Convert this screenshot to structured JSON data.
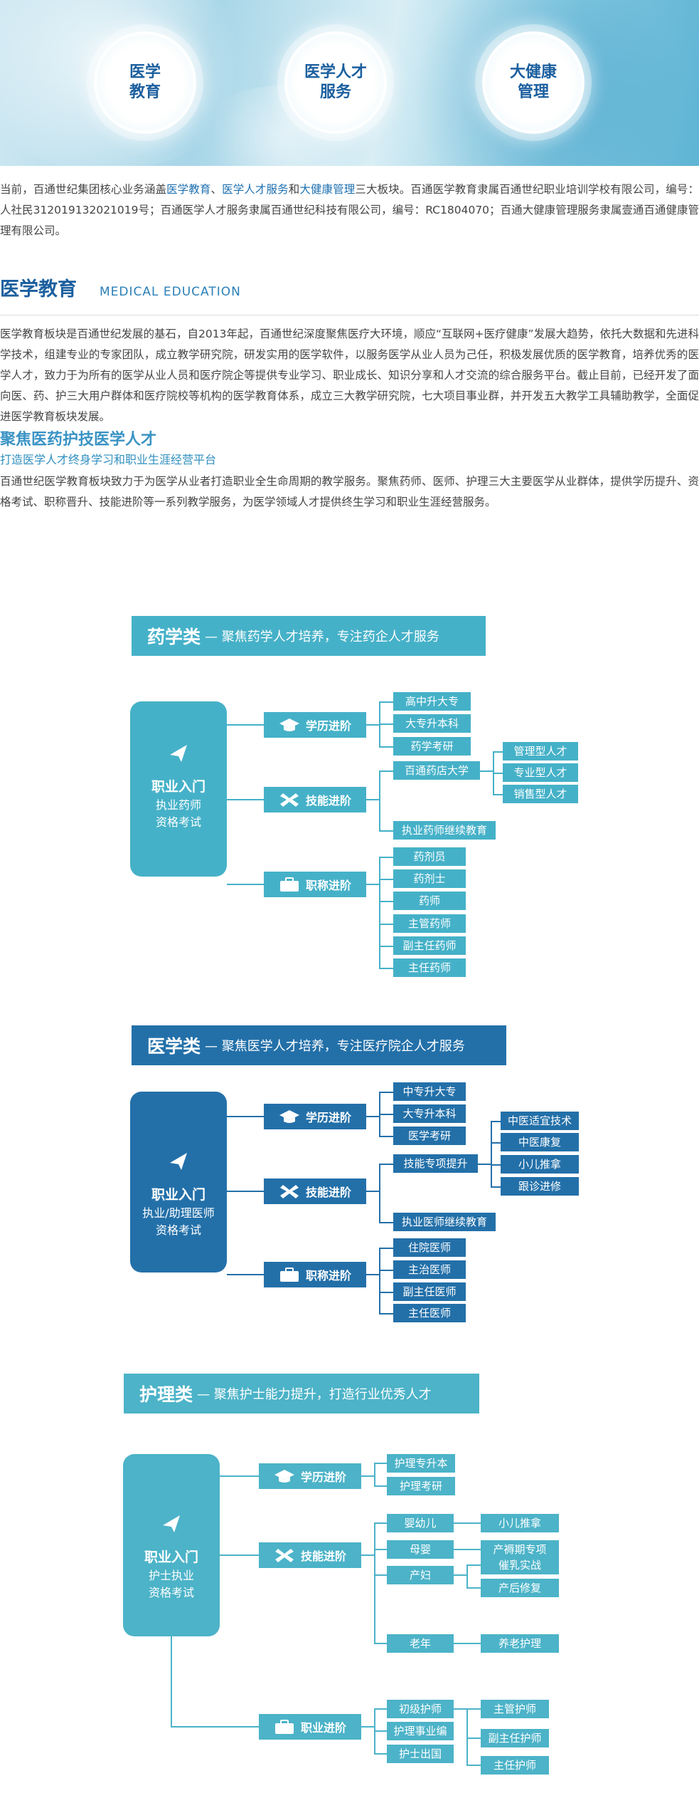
{
  "banner": {
    "circles": [
      "医学\n教育",
      "医学人才\n服务",
      "大健康\n管理"
    ]
  },
  "intro": {
    "p1_a": "当前，百通世纪集团核心业务涵盖",
    "p1_h1": "医学教育",
    "p1_s1": "、",
    "p1_h2": "医学人才服务",
    "p1_s2": "和",
    "p1_h3": "大健康管理",
    "p1_b": "三大板块。百通医学教育隶属百通世纪职业培训学校有限公司，编号：人社民312019132021019号；百通医学人才服务隶属百通世纪科技有限公司，编号：RC1804070；百通大健康管理服务隶属壹通百通健康管理有限公司。"
  },
  "section": {
    "title": "医学教育",
    "subtitle": "MEDICAL EDUCATION",
    "body": "医学教育板块是百通世纪发展的基石，自2013年起，百通世纪深度聚焦医疗大环境，顺应“互联网+医疗健康”发展大趋势，依托大数据和先进科学技术，组建专业的专家团队，成立教学研究院，研发实用的医学软件，以服务医学从业人员为己任，积极发展优质的医学教育，培养优秀的医学人才，致力于为所有的医学从业人员和医疗院企等提供专业学习、职业成长、知识分享和人才交流的综合服务平台。截止目前，已经开发了面向医、药、护三大用户群体和医疗院校等机构的医学教育体系，成立三大教学研究院，七大项目事业群，并开发五大教学工具辅助教学，全面促进医学教育板块发展。"
  },
  "focus": {
    "title": "聚焦医药护技医学人才",
    "subtitle": "打造医学人才终身学习和职业生涯经营平台",
    "body": "百通世纪医学教育板块致力于为医学从业者打造职业全生命周期的教学服务。聚焦药师、医师、护理三大主要医学从业群体，提供学历提升、资格考试、职称晋升、技能进阶等一系列教学服务，为医学领域人才提供终生学习和职业生涯经营服务。"
  },
  "charts": [
    {
      "title": "药学类",
      "slogan": "— 聚焦药学人才培养，专注药企人才服务",
      "entry": {
        "t1": "职业入门",
        "t2": "执业药师",
        "t3": "资格考试"
      },
      "categories": [
        "学历进阶",
        "技能进阶",
        "职称进阶"
      ],
      "leaves": [
        "高中升大专",
        "大专升本科",
        "药学考研",
        "百通药店大学",
        "管理型人才",
        "专业型人才",
        "销售型人才",
        "执业药师继续教育",
        "药剂员",
        "药剂士",
        "药师",
        "主管药师",
        "副主任药师",
        "主任药师"
      ]
    },
    {
      "title": "医学类",
      "slogan": "— 聚焦医学人才培养，专注医疗院企人才服务",
      "entry": {
        "t1": "职业入门",
        "t2": "执业/助理医师",
        "t3": "资格考试"
      },
      "categories": [
        "学历进阶",
        "技能进阶",
        "职称进阶"
      ],
      "leaves": [
        "中专升大专",
        "大专升本科",
        "医学考研",
        "技能专项提升",
        "中医适宜技术",
        "中医康复",
        "小儿推拿",
        "跟诊进修",
        "执业医师继续教育",
        "住院医师",
        "主治医师",
        "副主任医师",
        "主任医师"
      ]
    },
    {
      "title": "护理类",
      "slogan": "— 聚焦护士能力提升，打造行业优秀人才",
      "entry": {
        "t1": "职业入门",
        "t2": "护士执业",
        "t3": "资格考试"
      },
      "categories": [
        "学历进阶",
        "技能进阶",
        "职业进阶"
      ],
      "leaves": [
        "护理专升本",
        "护理考研",
        "婴幼儿",
        "小儿推拿",
        "母婴",
        "产褥期专项",
        "产妇",
        "催乳实战",
        "产后修复",
        "老年",
        "养老护理",
        "初级护师",
        "主管护师",
        "护理事业编",
        "副主任护师",
        "护士出国",
        "主任护师"
      ]
    }
  ],
  "colors": {
    "pharma": "#45b1c8",
    "medical": "#2370a9",
    "nursing": "#4cb3c8",
    "heading": "#1b5f9e"
  }
}
